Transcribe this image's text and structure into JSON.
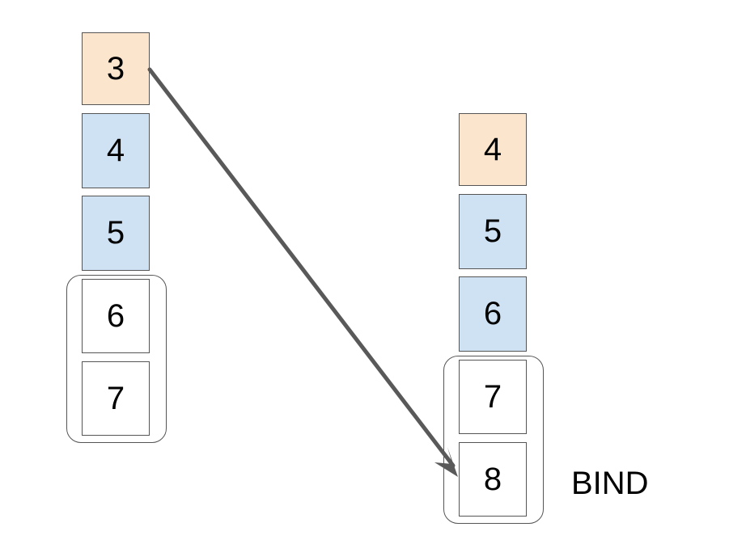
{
  "colors": {
    "current": "#fce5cd",
    "queued": "#cfe2f3",
    "plain": "#ffffff",
    "border": "#555555",
    "arrow": "#595959"
  },
  "left_stack": {
    "items": [
      {
        "value": "3",
        "style": "current"
      },
      {
        "value": "4",
        "style": "queued"
      },
      {
        "value": "5",
        "style": "queued"
      },
      {
        "value": "6",
        "style": "plain",
        "grouped": true
      },
      {
        "value": "7",
        "style": "plain",
        "grouped": true
      }
    ]
  },
  "right_stack": {
    "items": [
      {
        "value": "4",
        "style": "current"
      },
      {
        "value": "5",
        "style": "queued"
      },
      {
        "value": "6",
        "style": "queued"
      },
      {
        "value": "7",
        "style": "plain",
        "grouped": true
      },
      {
        "value": "8",
        "style": "plain",
        "grouped": true
      }
    ]
  },
  "bind_label": "BIND",
  "arrow": {
    "from": "left-stack-item-3",
    "to": "right-stack-item-8"
  }
}
